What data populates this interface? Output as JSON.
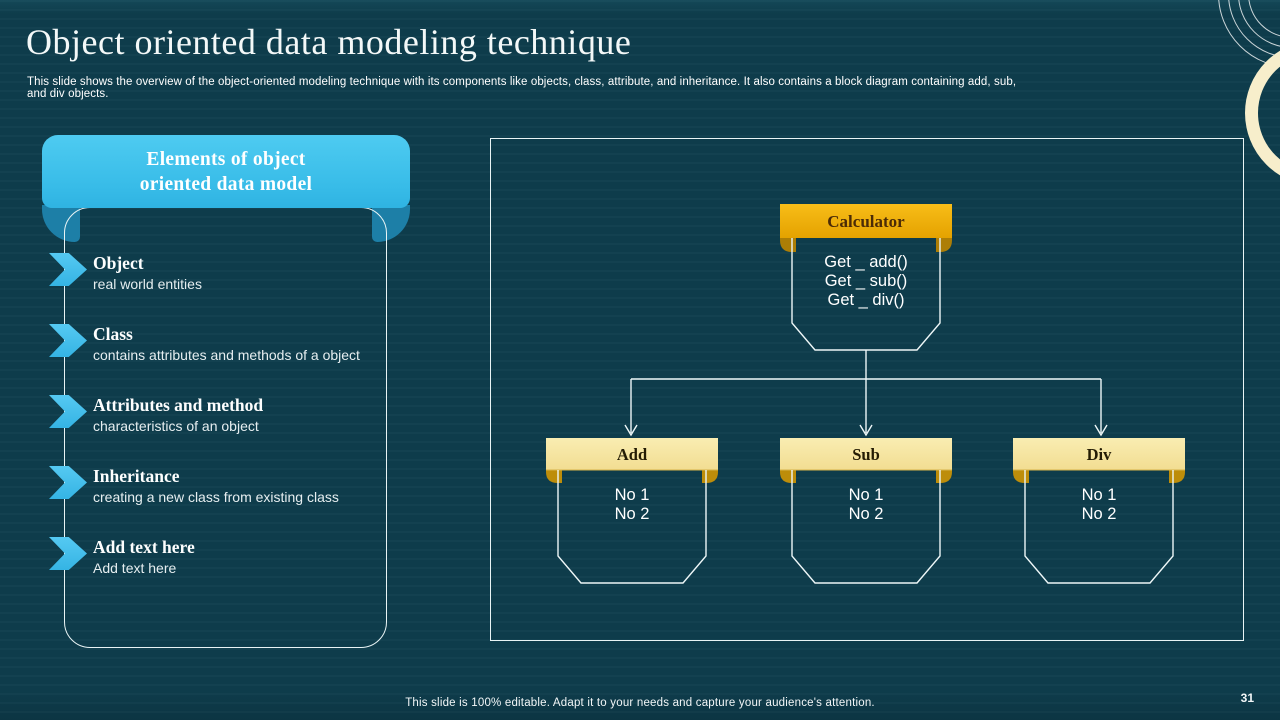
{
  "slide": {
    "title": "Object oriented data modeling technique",
    "subtitle": "This slide shows the overview of the object-oriented modeling technique with its components like  objects, class, attribute, and inheritance. It also contains a block diagram containing add, sub, and div objects.",
    "footer": "This slide is 100% editable.  Adapt it to your needs and capture your audience's attention.",
    "page_number": "31"
  },
  "elements_panel": {
    "header_line1": "Elements of object",
    "header_line2": "oriented data model",
    "items": [
      {
        "title": "Object",
        "description": "real world entities"
      },
      {
        "title": "Class",
        "description": "contains attributes and methods of a object"
      },
      {
        "title": "Attributes and method",
        "description": "characteristics of an object"
      },
      {
        "title": "Inheritance",
        "description": "creating a new class from existing class"
      },
      {
        "title": "Add text here",
        "description": "Add text here"
      }
    ]
  },
  "diagram": {
    "root": {
      "title": "Calculator",
      "methods": [
        "Get _ add()",
        "Get _ sub()",
        "Get _ div()"
      ]
    },
    "children": [
      {
        "title": "Add",
        "line1": "No 1",
        "line2": "No 2"
      },
      {
        "title": "Sub",
        "line1": "No 1",
        "line2": "No 2"
      },
      {
        "title": "Div",
        "line1": "No 1",
        "line2": "No 2"
      }
    ]
  },
  "colors": {
    "background": "#0e3d4c",
    "banner_cyan": "#38bce8",
    "scroll_dark_blue": "#1d7fa7",
    "chevron_cyan": "#41bfee",
    "root_header_gold": "#f0ad07",
    "child_header_cream": "#f7e7a4",
    "fold_dark_gold": "#b8860b",
    "outline_white": "#e9f4f5",
    "arc_cream": "#f7eecb"
  }
}
